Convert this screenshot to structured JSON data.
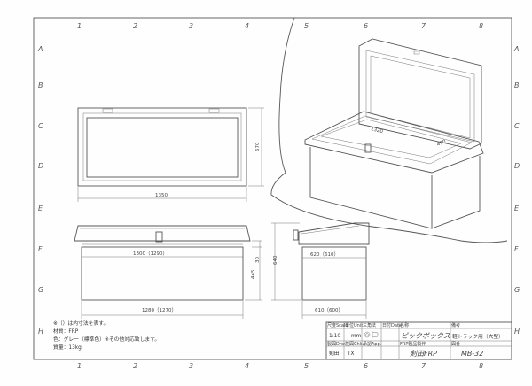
{
  "grid": {
    "columns": [
      "1",
      "2",
      "3",
      "4",
      "5",
      "6",
      "7",
      "8"
    ],
    "rows": [
      "A",
      "B",
      "C",
      "D",
      "E",
      "F",
      "G",
      "H"
    ]
  },
  "front_view": {
    "width_dim": "1350",
    "height_dim": "670"
  },
  "elevation": {
    "top_dim": "1300（1290）",
    "bottom_dim": "1280（1270）",
    "lid_dim": "30",
    "body_dim": "445"
  },
  "side_view": {
    "top_dim": "620（610）",
    "bottom_dim": "610（600）",
    "height_dim": "640"
  },
  "perspective": {
    "length_dim": "1320",
    "depth_dim": "490"
  },
  "notes": [
    "※（）は内寸法を表す。",
    "材質：FRP",
    "色：グレー（標準色）※その他対応致します。",
    "質量：13kg"
  ],
  "title_block": {
    "scale_header": "尺度Scale",
    "unit_header": "単位Unit",
    "projection_header": "三角法",
    "dwg_date_header": "日付Date",
    "name_header": "名称",
    "remarks_header": "備考",
    "scale": "1:10",
    "unit": "mm",
    "product_name": "ピックボックス",
    "product_sub": "軽トラック用（大型）",
    "drawn_header": "製図Drw.",
    "checked_header": "検図Chk.",
    "approved_header": "承認App.",
    "maker_small": "FRP製品製作",
    "dwg_no_header": "図番",
    "drawn_by": "剣田",
    "checked_by": "TX",
    "company": "剣田FRP",
    "dwg_no": "MB-32"
  }
}
